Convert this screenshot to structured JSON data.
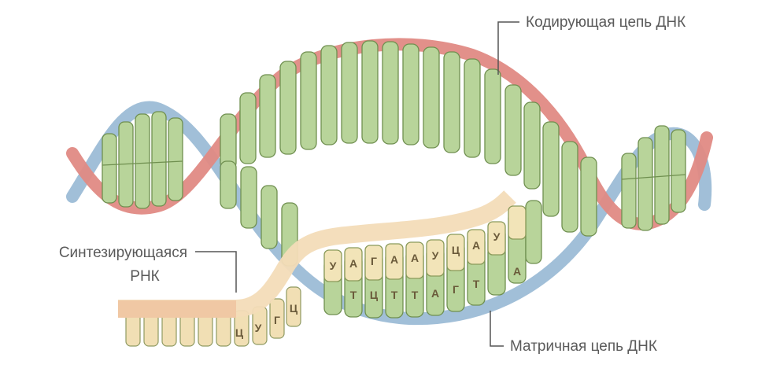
{
  "labels": {
    "coding_strand": "Кодирующая цепь ДНК",
    "template_strand": "Матричная цепь ДНК",
    "rna_line1": "Синтезирующаяся",
    "rna_line2": "РНК"
  },
  "rna_bases": [
    "Ц",
    "У",
    "Г",
    "Ц",
    "У",
    "А",
    "Г",
    "А",
    "А",
    "У",
    "Ц",
    "А",
    "У"
  ],
  "template_bases": [
    "Т",
    "Ц",
    "Т",
    "Т",
    "А",
    "Г",
    "Т",
    "А"
  ],
  "colors": {
    "coding_strand": "#e08a84",
    "template_strand": "#9cbcd6",
    "dna_base": "#b8d49a",
    "rna": "#f3dcb8"
  }
}
